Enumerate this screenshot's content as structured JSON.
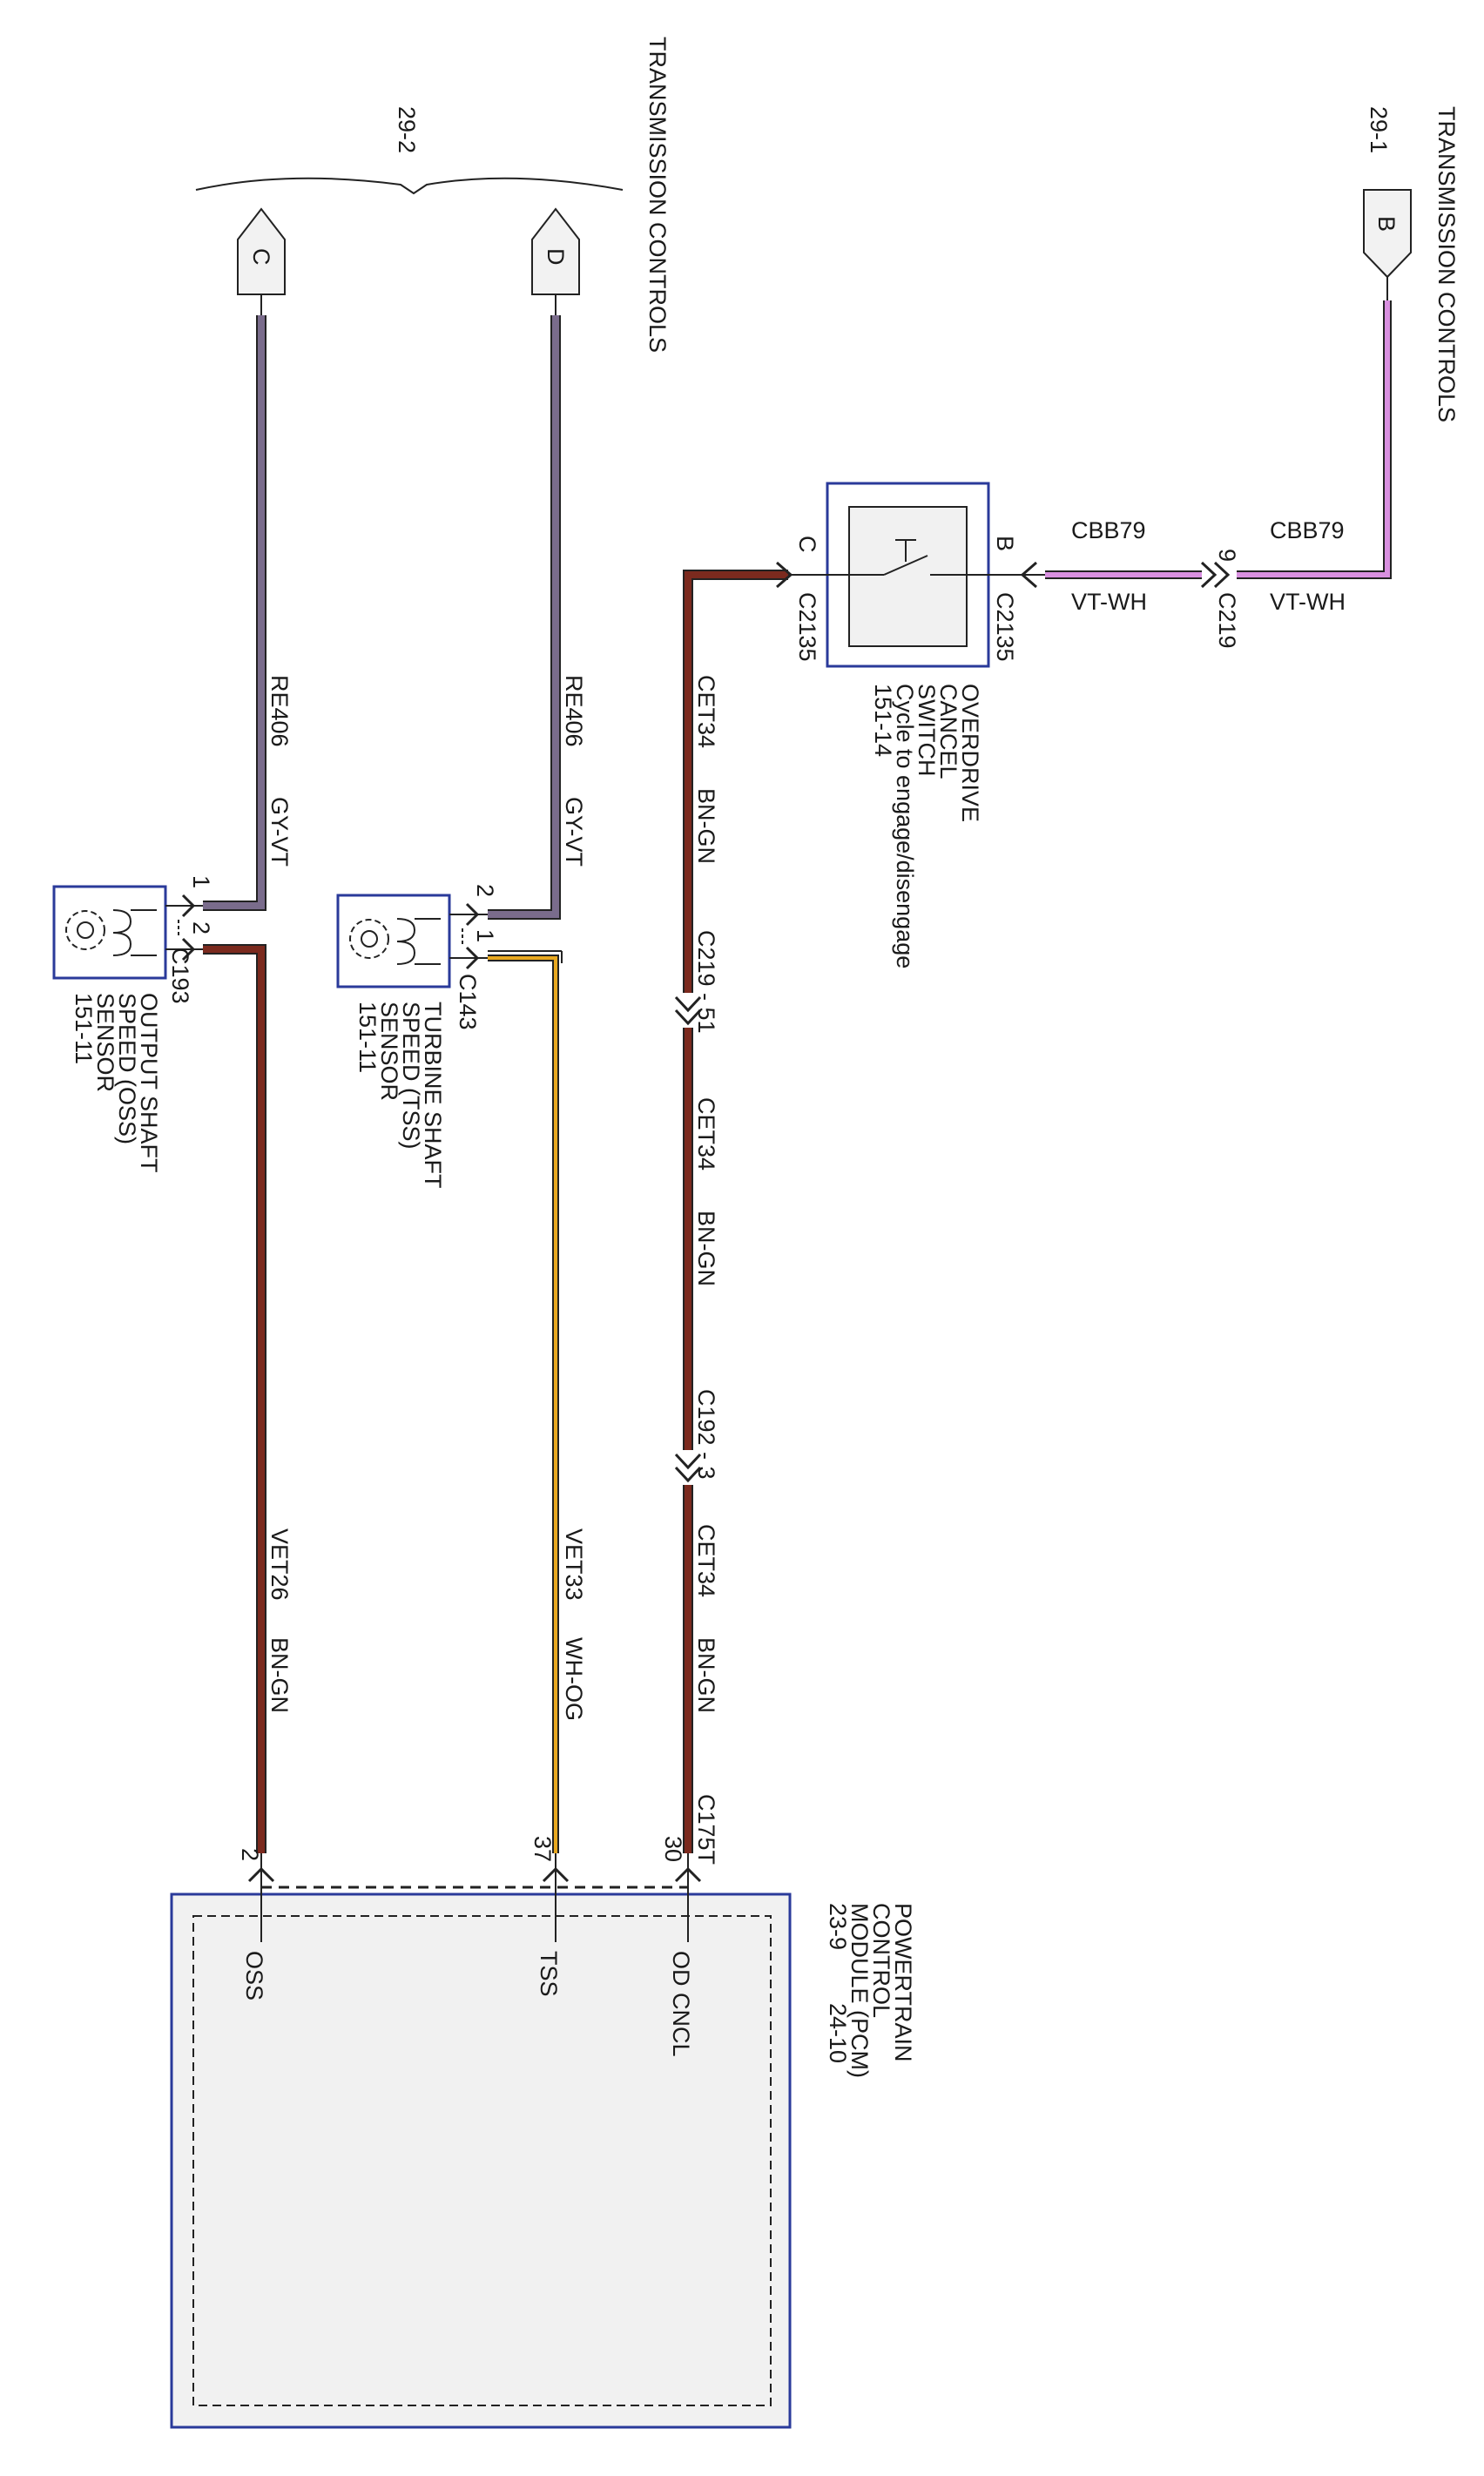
{
  "top_refs": {
    "left_page": "29-2",
    "left_title": "TRANSMISSION CONTROLS",
    "right_page": "29-1",
    "right_title": "TRANSMISSION CONTROLS"
  },
  "connectors": {
    "c": "C",
    "d": "D",
    "b": "B"
  },
  "wires": {
    "oss_signal": {
      "circuit": "RE406",
      "color": "GY-VT"
    },
    "tss_signal": {
      "circuit": "RE406",
      "color": "GY-VT"
    },
    "oss_return": {
      "circuit": "VET26",
      "color": "BN-GN"
    },
    "tss_return": {
      "circuit": "VET33",
      "color": "WH-OG"
    },
    "od_seg1": {
      "circuit": "CET34",
      "color": "BN-GN"
    },
    "od_seg2": {
      "circuit": "CET34",
      "color": "BN-GN"
    },
    "od_seg3": {
      "circuit": "CET34",
      "color": "BN-GN"
    },
    "power_seg1": {
      "circuit": "CBB79",
      "color": "VT-WH"
    },
    "power_seg2": {
      "circuit": "CBB79",
      "color": "VT-WH"
    }
  },
  "inline_connectors": {
    "c219_51": "C219 - 51",
    "c192_3": "C192 - 3",
    "c175t": "C175T",
    "c219_pin": "9",
    "c219": "C219"
  },
  "switch": {
    "pin_c": "C",
    "pin_b": "B",
    "conn_c": "C2135",
    "conn_b": "C2135",
    "name_1": "OVERDRIVE",
    "name_2": "CANCEL",
    "name_3": "SWITCH",
    "note": "Cycle to engage/disengage",
    "ref": "151-14"
  },
  "oss_sensor": {
    "pin1": "1",
    "pin2": "2",
    "conn": "C193",
    "name_1": "OUTPUT SHAFT",
    "name_2": "SPEED (OSS)",
    "name_3": "SENSOR",
    "ref": "151-11"
  },
  "tss_sensor": {
    "pin2": "2",
    "pin1": "1",
    "conn": "C143",
    "name_1": "TURBINE SHAFT",
    "name_2": "SPEED (TSS)",
    "name_3": "SENSOR",
    "ref": "151-11"
  },
  "pcm": {
    "pin_oss": "2",
    "pin_tss": "37",
    "pin_od": "30",
    "label_oss": "OSS",
    "label_tss": "TSS",
    "label_od": "OD CNCL",
    "name_1": "POWERTRAIN",
    "name_2": "CONTROL",
    "name_3": "MODULE (PCM)",
    "ref_1": "23-9",
    "ref_2": "24-10"
  },
  "colors": {
    "gy_vt": "#7a6c8c",
    "bn_gn": "#7b2a1e",
    "wh_og": "#e8a820",
    "vt_wh": "#d990e0",
    "box_border": "#2a3a9a",
    "box_fill": "#f1f1f1"
  }
}
